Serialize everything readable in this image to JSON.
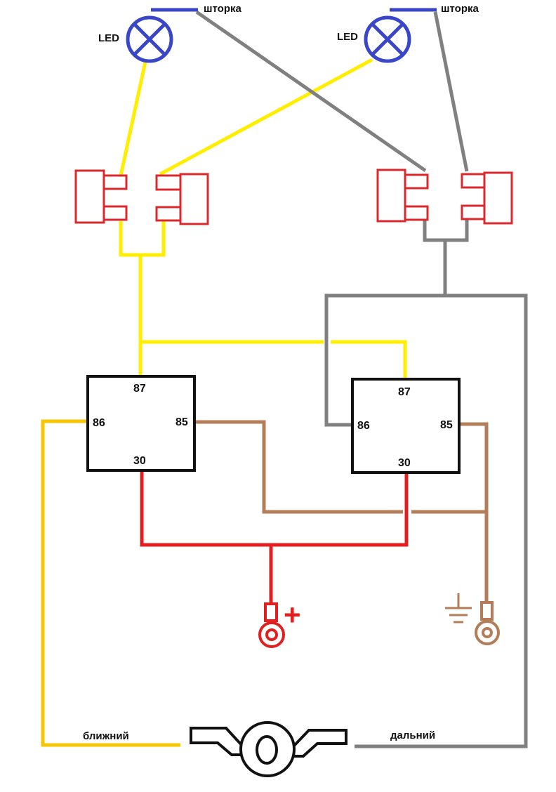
{
  "labels": {
    "led": "LED",
    "shutter": "шторка",
    "low_beam": "ближний",
    "high_beam": "дальний",
    "plus": "+"
  },
  "relay_pins": {
    "p87": "87",
    "p86": "86",
    "p85": "85",
    "p30": "30"
  },
  "colors": {
    "yellow": "#ffee00",
    "gold": "#f7c600",
    "gray": "#808080",
    "red": "#e02020",
    "brown": "#b47c58",
    "blue": "#3a46c8",
    "connector": "#d9282e",
    "black": "#111111"
  }
}
